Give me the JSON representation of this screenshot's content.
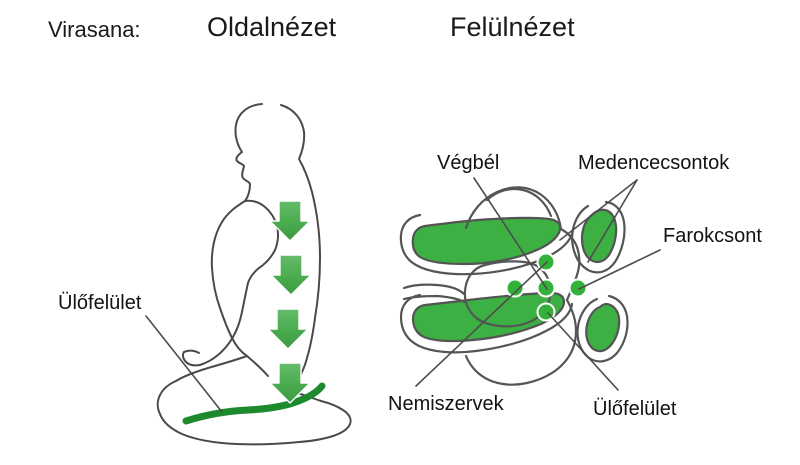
{
  "header": {
    "pose_label": "Virasana:",
    "side_view_title": "Oldalnézet",
    "top_view_title": "Felülnézet"
  },
  "side_view": {
    "seat_label": "Ülőfelület",
    "arrow_count": 4,
    "arrow_icon": "arrow-down-icon",
    "figure_icon": "seated-figure-side-profile-icon"
  },
  "top_view": {
    "labels": {
      "rectum": "Végbél",
      "pelvic_bones": "Medencecsontok",
      "tailbone": "Farokcsont",
      "genitals": "Nemiszervek",
      "seat": "Ülőfelület"
    },
    "marker_count": 5,
    "figure_icon": "pelvis-top-view-icon"
  },
  "colors": {
    "arrow_green": "#4CAF50",
    "arrow_green_dark": "#3C9A40",
    "organ_green": "#3CB043",
    "seat_line_green": "#1E8A2E",
    "marker_green": "#33B13A",
    "outline_gray": "#4A4A4A",
    "leader_gray": "#4D4D4D",
    "text_black": "#121212",
    "background": "#FFFFFF"
  }
}
